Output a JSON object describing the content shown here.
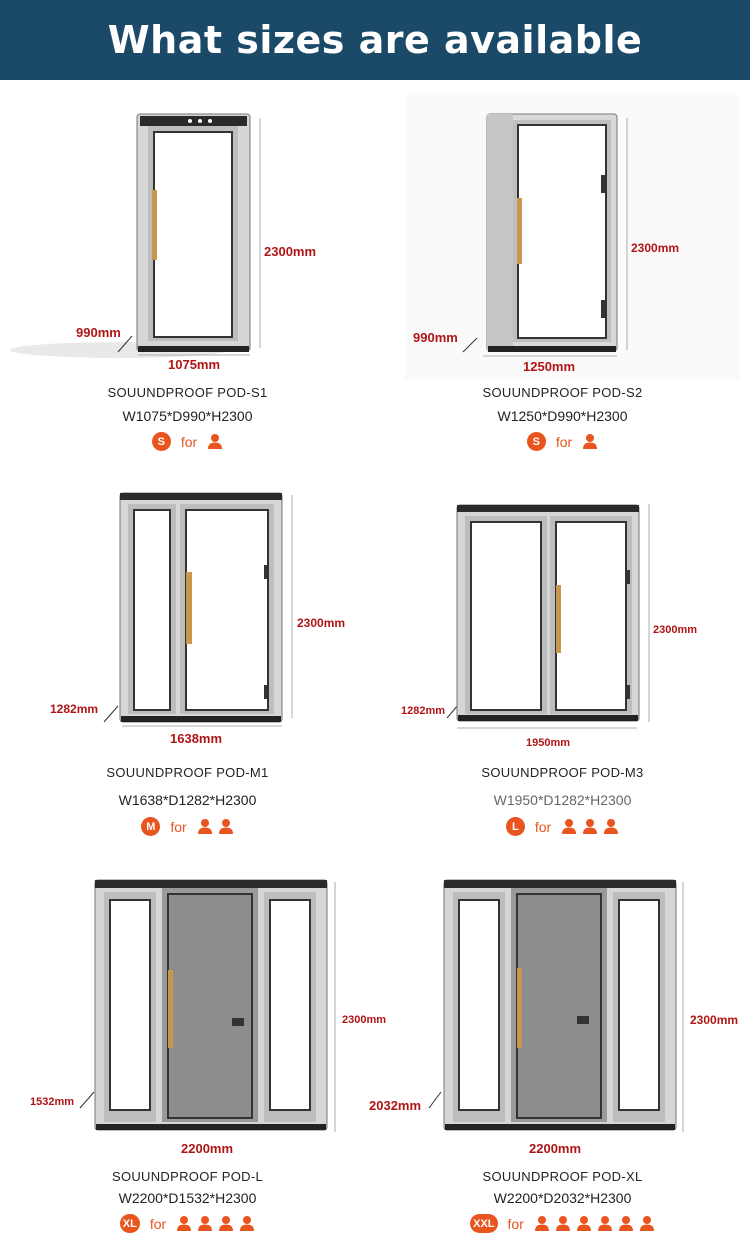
{
  "header": {
    "title": "What sizes are available"
  },
  "colors": {
    "header_bg": "#1b4a68",
    "dimension_text": "#b01515",
    "accent": "#e8551f"
  },
  "pods": [
    {
      "name": "SOUUNDPROOF POD-S1",
      "spec": "W1075*D990*H2300",
      "width_label": "1075mm",
      "depth_label": "990mm",
      "height_label": "2300mm",
      "size_badge": "S",
      "for_label": "for",
      "capacity": 1
    },
    {
      "name": "SOUUNDPROOF POD-S2",
      "spec": "W1250*D990*H2300",
      "width_label": "1250mm",
      "depth_label": "990mm",
      "height_label": "2300mm",
      "size_badge": "S",
      "for_label": "for",
      "capacity": 1
    },
    {
      "name": "SOUUNDPROOF POD-M1",
      "spec": "W1638*D1282*H2300",
      "width_label": "1638mm",
      "depth_label": "1282mm",
      "height_label": "2300mm",
      "size_badge": "M",
      "for_label": "for",
      "capacity": 2
    },
    {
      "name": "SOUUNDPROOF POD-M3",
      "spec": "W1950*D1282*H2300",
      "width_label": "1950mm",
      "depth_label": "1282mm",
      "height_label": "2300mm",
      "size_badge": "L",
      "for_label": "for",
      "capacity": 3
    },
    {
      "name": "SOUUNDPROOF POD-L",
      "spec": "W2200*D1532*H2300",
      "width_label": "2200mm",
      "depth_label": "1532mm",
      "height_label": "2300mm",
      "size_badge": "XL",
      "for_label": "for",
      "capacity": 4
    },
    {
      "name": "SOUUNDPROOF POD-XL",
      "spec": "W2200*D2032*H2300",
      "width_label": "2200mm",
      "depth_label": "2032mm",
      "height_label": "2300mm",
      "size_badge": "XXL",
      "for_label": "for",
      "capacity": 6
    }
  ]
}
